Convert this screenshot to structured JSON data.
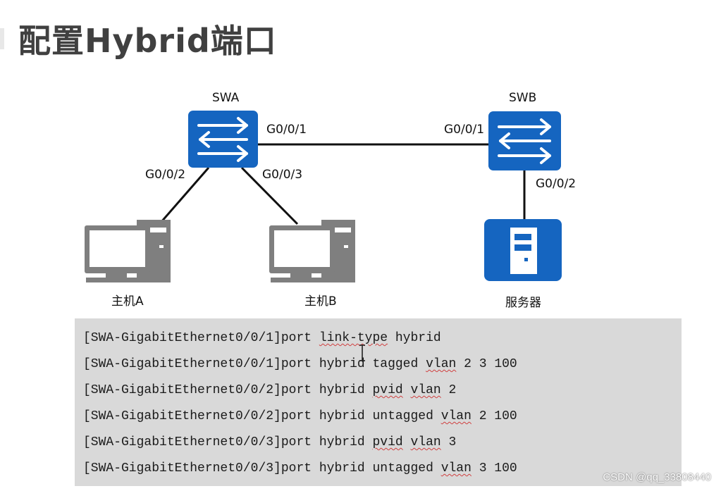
{
  "title": "配置Hybrid端口",
  "topology": {
    "switch_a": {
      "name": "SWA"
    },
    "switch_b": {
      "name": "SWB"
    },
    "ports": {
      "swa_g1": "G0/0/1",
      "swa_g2": "G0/0/2",
      "swa_g3": "G0/0/3",
      "swb_g1": "G0/0/1",
      "swb_g2": "G0/0/2"
    },
    "host_a": "主机A",
    "host_b": "主机B",
    "server": "服务器",
    "colors": {
      "device_blue": "#1565c0",
      "host_gray": "#808080",
      "link": "#111111"
    }
  },
  "commands": [
    {
      "prefix": "[SWA-GigabitEthernet0/0/1]port ",
      "parts": [
        "link-type",
        " hybrid"
      ]
    },
    {
      "prefix": "[SWA-GigabitEthernet0/0/1]port ",
      "parts": [
        "hybrid tagged ",
        "vlan",
        " 2 3 100"
      ]
    },
    {
      "prefix": "[SWA-GigabitEthernet0/0/2]port ",
      "parts": [
        "hybrid ",
        "pvid",
        " ",
        "vlan",
        " 2"
      ]
    },
    {
      "prefix": "[SWA-GigabitEthernet0/0/2]port ",
      "parts": [
        "hybrid untagged ",
        "vlan",
        " 2 100"
      ]
    },
    {
      "prefix": "[SWA-GigabitEthernet0/0/3]port ",
      "parts": [
        "hybrid ",
        "pvid",
        " ",
        "vlan",
        " 3"
      ]
    },
    {
      "prefix": "[SWA-GigabitEthernet0/0/3]port ",
      "parts": [
        "hybrid untagged ",
        "vlan",
        " 3 100"
      ]
    }
  ],
  "watermark": "CSDN @qq_33808440"
}
